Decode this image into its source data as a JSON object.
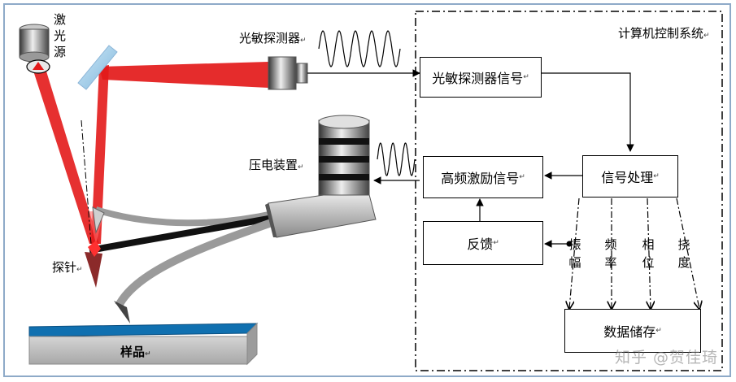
{
  "labels": {
    "laser_source": "激光源",
    "photodetector": "光敏探测器",
    "piezo": "压电装置",
    "probe": "探针",
    "sample": "样品",
    "computer_system": "计算机控制系统"
  },
  "boxes": {
    "photodetector_signal": "光敏探测器信号",
    "signal_processing": "信号处理",
    "high_freq_excitation": "高频激励信号",
    "feedback": "反馈",
    "data_storage": "数据储存"
  },
  "outputs": [
    "振幅",
    "频率",
    "相位",
    "挠度"
  ],
  "return_mark": "↵",
  "watermark": "知乎 @贺佳琦",
  "colors": {
    "laser": "#e31a1a",
    "sample_top": "#1070b0",
    "border": "#8eaac8"
  }
}
